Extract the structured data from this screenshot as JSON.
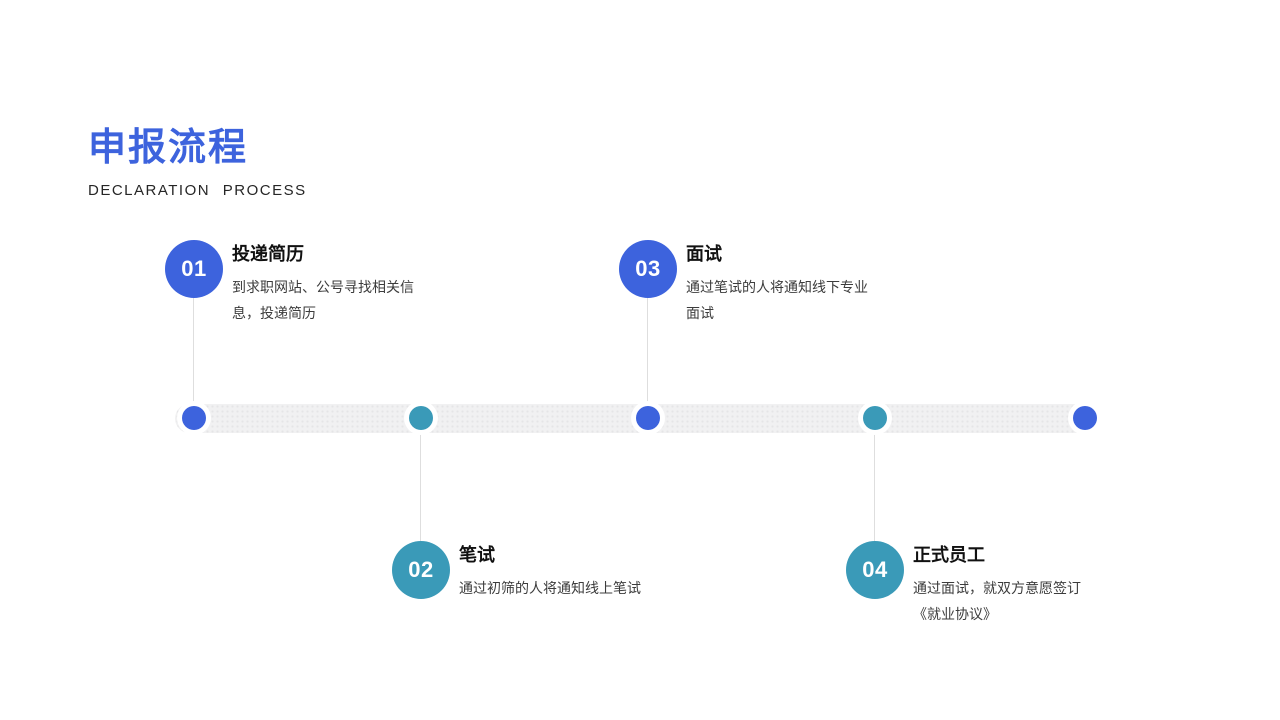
{
  "slide": {
    "title": "申报流程",
    "subtitle": "DECLARATION PROCESS"
  },
  "colors": {
    "accent_blue": "#3D63DD",
    "accent_teal": "#3A9AB8",
    "track_gray": "#F1F1F2"
  },
  "steps": [
    {
      "number": "01",
      "title": "投递简历",
      "desc": "到求职网站、公号寻找相关信息，投递简历",
      "color": "#3D63DD"
    },
    {
      "number": "02",
      "title": "笔试",
      "desc": "通过初筛的人将通知线上笔试",
      "color": "#3A9AB8"
    },
    {
      "number": "03",
      "title": "面试",
      "desc": "通过笔试的人将通知线下专业面试",
      "color": "#3D63DD"
    },
    {
      "number": "04",
      "title": "正式员工",
      "desc": "通过面试，就双方意愿签订《就业协议》",
      "color": "#3A9AB8"
    }
  ],
  "timeline": {
    "dot_colors": [
      "#3D63DD",
      "#3A9AB8",
      "#3D63DD",
      "#3A9AB8",
      "#3D63DD"
    ]
  }
}
